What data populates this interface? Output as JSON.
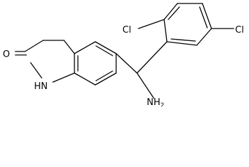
{
  "molecule": {
    "atom_labels": {
      "oxygen": "O",
      "nh": "HN",
      "nh_display": "1",
      "cl_left": "Cl",
      "cl_right": "Cl",
      "amine": "NH2",
      "amine_main": "NH",
      "amine_sub": "2"
    },
    "colors": {
      "bond": "#000000",
      "background": "#ffffff"
    }
  }
}
